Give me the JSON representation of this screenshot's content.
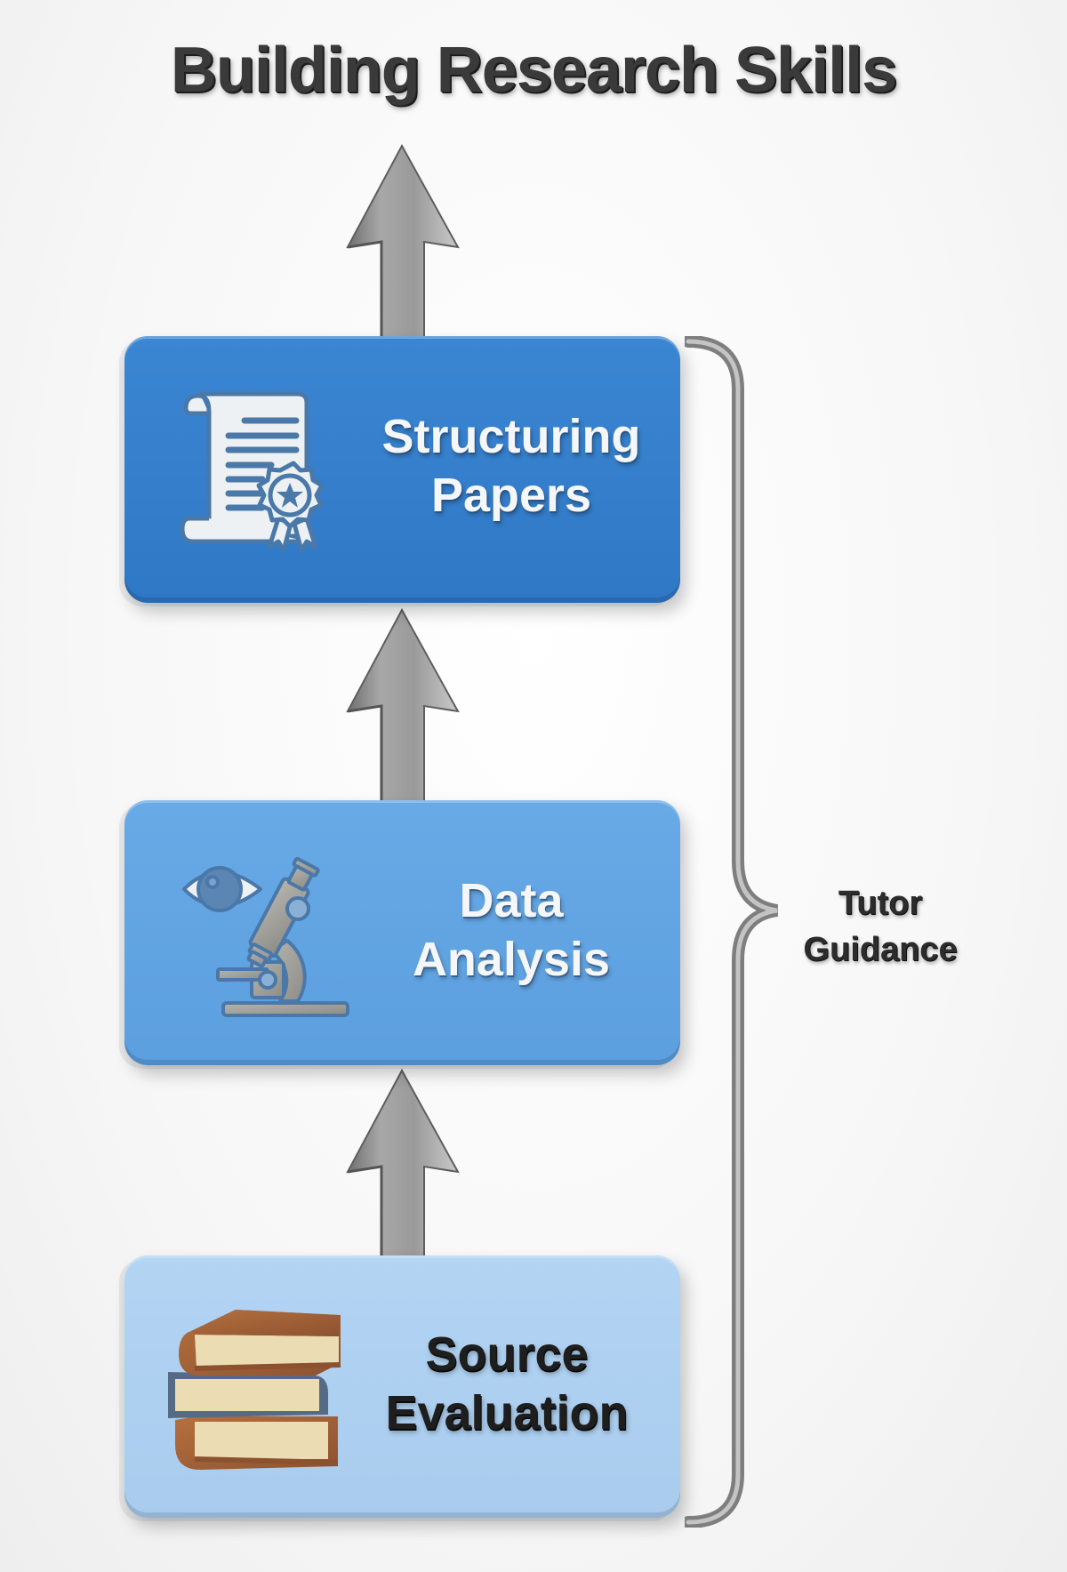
{
  "title": "Building Research Skills",
  "steps": [
    {
      "label_line1": "Structuring",
      "label_line2": "Papers",
      "icon": "scroll-certificate-icon",
      "color": "#3581cd",
      "level": 3
    },
    {
      "label_line1": "Data",
      "label_line2": "Analysis",
      "icon": "eye-microscope-icon",
      "color": "#62a5e2",
      "level": 2
    },
    {
      "label_line1": "Source",
      "label_line2": "Evaluation",
      "icon": "book-stack-icon",
      "color": "#aed0f0",
      "level": 1
    }
  ],
  "brace": {
    "label_line1": "Tutor",
    "label_line2": "Guidance",
    "icon": "curly-brace-icon"
  },
  "arrows": [
    {
      "from": "Source Evaluation",
      "to": "Data Analysis",
      "icon": "arrow-up-icon"
    },
    {
      "from": "Data Analysis",
      "to": "Structuring Papers",
      "icon": "arrow-up-icon"
    },
    {
      "from": "Structuring Papers",
      "to": "beyond",
      "icon": "arrow-up-icon"
    }
  ],
  "colors": {
    "background": "#f7f7f7",
    "title_text": "#3a3a3a",
    "arrow_metal": "#9a9a9a",
    "card_dark_blue": "#3581cd",
    "card_mid_blue": "#62a5e2",
    "card_light_blue": "#aed0f0",
    "book_brown": "#a0653a",
    "icon_outline": "#4a78a8"
  }
}
